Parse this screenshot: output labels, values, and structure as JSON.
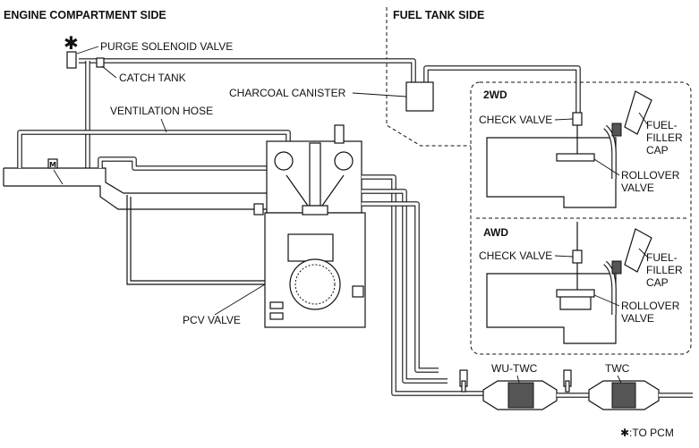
{
  "headers": {
    "engine_side": "ENGINE COMPARTMENT SIDE",
    "fuel_tank_side": "FUEL TANK SIDE"
  },
  "labels": {
    "asterisk": "✱",
    "purge_solenoid_valve": "PURGE SOLENOID VALVE",
    "catch_tank": "CATCH TANK",
    "charcoal_canister": "CHARCOAL CANISTER",
    "ventilation_hose": "VENTILATION HOSE",
    "pcv_valve": "PCV VALVE",
    "wu_twc": "WU-TWC",
    "twc": "TWC",
    "footnote": "✱:TO PCM"
  },
  "tank_2wd": {
    "title": "2WD",
    "check_valve": "CHECK VALVE",
    "fuel_filler_cap": [
      "FUEL-",
      "FILLER",
      "CAP"
    ],
    "rollover_valve": [
      "ROLLOVER",
      "VALVE"
    ]
  },
  "tank_awd": {
    "title": "AWD",
    "check_valve": "CHECK VALVE",
    "fuel_filler_cap": [
      "FUEL-",
      "FILLER",
      "CAP"
    ],
    "rollover_valve": [
      "ROLLOVER",
      "VALVE"
    ]
  }
}
